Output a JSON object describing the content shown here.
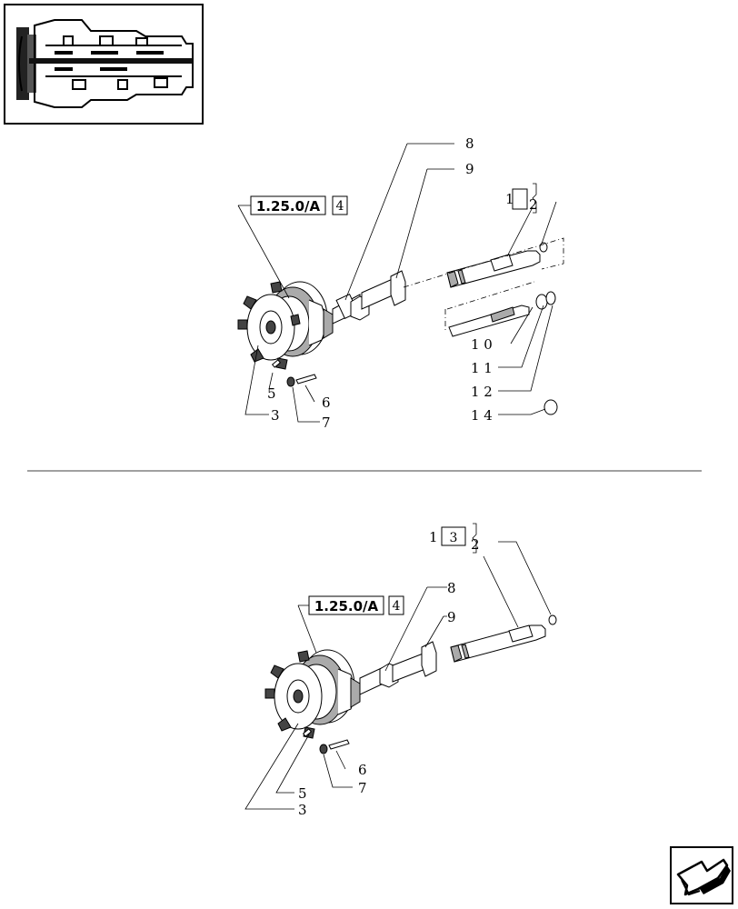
{
  "diagram": {
    "top": {
      "ref_link": "1.25.0/A",
      "ref_link_page": "4",
      "kit_prefix": "1",
      "kit_box": "",
      "kit_suffix": "2",
      "callouts": {
        "c8": "8",
        "c9": "9",
        "c10": "1 0",
        "c11": "1 1",
        "c12": "1 2",
        "c14": "1 4",
        "c5": "5",
        "c3": "3",
        "c6": "6",
        "c7": "7"
      }
    },
    "bottom": {
      "ref_link": "1.25.0/A",
      "ref_link_page": "4",
      "kit_prefix": "1",
      "kit_box": "3",
      "kit_suffix": "2",
      "callouts": {
        "c8": "8",
        "c9": "9",
        "c5": "5",
        "c3": "3",
        "c6": "6",
        "c7": "7"
      }
    }
  },
  "nav": {
    "icon": "next-page-arrow-icon"
  }
}
